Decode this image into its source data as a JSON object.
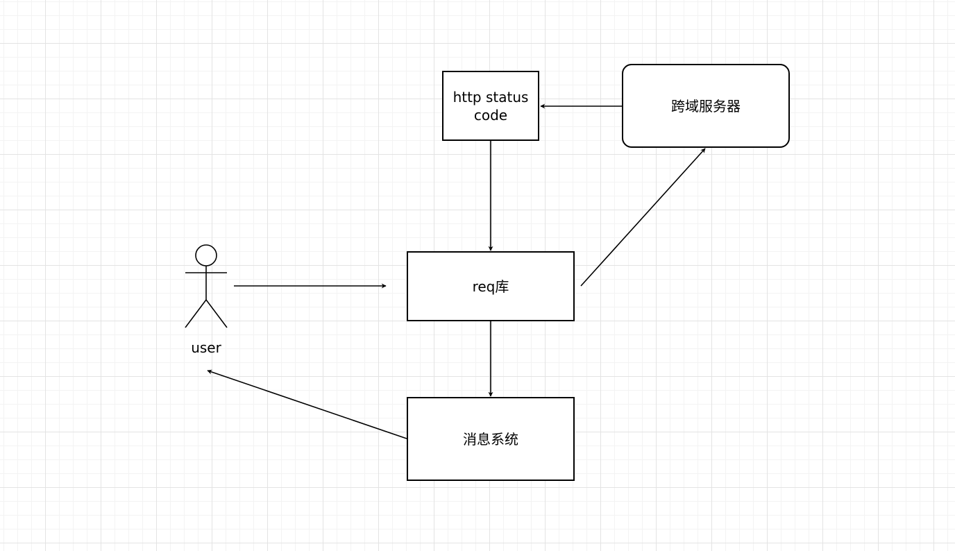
{
  "nodes": {
    "http_status": "http status code",
    "cross_domain_server": "跨域服务器",
    "req_library": "req库",
    "message_system": "消息系统"
  },
  "actor": {
    "label": "user"
  },
  "colors": {
    "stroke": "#000000",
    "fill": "#ffffff",
    "grid": "#e3e3e3"
  }
}
